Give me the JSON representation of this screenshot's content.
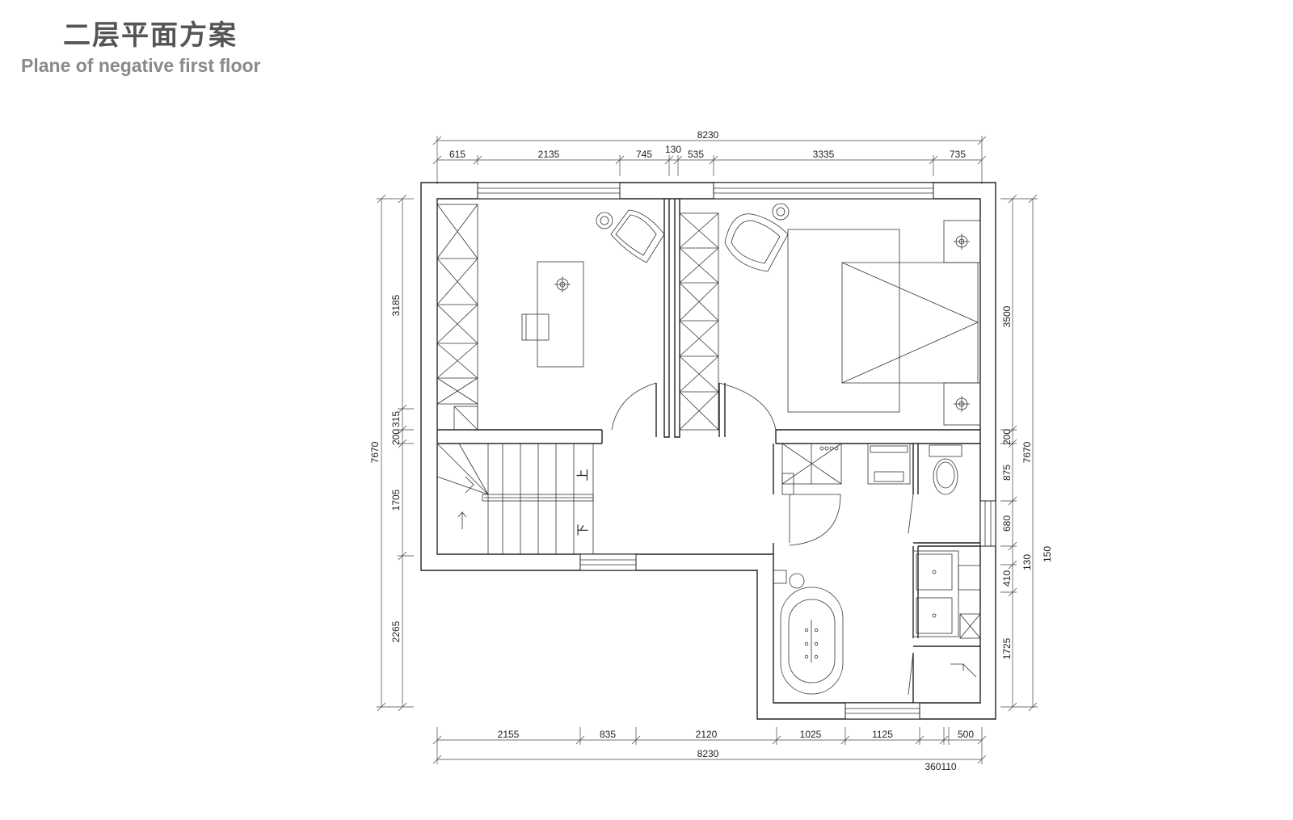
{
  "header": {
    "title_zh": "二层平面方案",
    "title_en": "Plane of negative first floor"
  },
  "dimensions": {
    "top_total": "8230",
    "top_segments": [
      "615",
      "2135",
      "745",
      "130",
      "535",
      "3335",
      "735"
    ],
    "bottom_segments": [
      "2155",
      "835",
      "2120",
      "1025",
      "1125",
      "500"
    ],
    "bottom_total": "8230",
    "bottom_small": "360110",
    "left_total": "7670",
    "left_segments": [
      "3185",
      "315",
      "200",
      "1705",
      "2265"
    ],
    "right_total": "7670",
    "right_segments": [
      "3500",
      "200",
      "875",
      "680",
      "410",
      "1725"
    ],
    "right_extra": [
      "130",
      "150"
    ]
  },
  "stairs": {
    "up_label": "上",
    "down_label": "下"
  }
}
